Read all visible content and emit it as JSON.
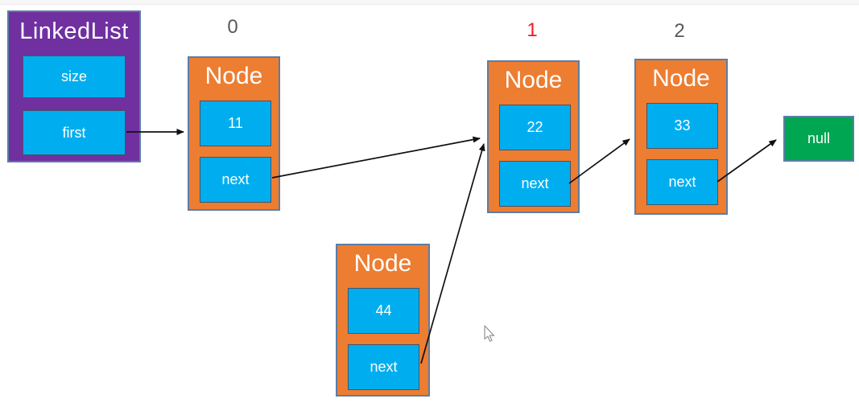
{
  "colors": {
    "purple": "#7030A0",
    "orange": "#ED7D31",
    "cyan": "#00AEEF",
    "green": "#00A651",
    "red": "#EE1D23",
    "gray": "#595959",
    "arrow": "#111111",
    "box_border": "#5B7DA6",
    "cell_border": "#44546A"
  },
  "linked_list": {
    "title": "LinkedList",
    "size_label": "size",
    "first_label": "first"
  },
  "nodes": [
    {
      "index": "0",
      "index_color": "gray",
      "title": "Node",
      "value": "11",
      "pointer": "next"
    },
    {
      "index": "1",
      "index_color": "red",
      "title": "Node",
      "value": "22",
      "pointer": "next"
    },
    {
      "index": "2",
      "index_color": "gray",
      "title": "Node",
      "value": "33",
      "pointer": "next"
    },
    {
      "index": "",
      "index_color": "",
      "title": "Node",
      "value": "44",
      "pointer": "next"
    }
  ],
  "terminator": {
    "label": "null"
  }
}
